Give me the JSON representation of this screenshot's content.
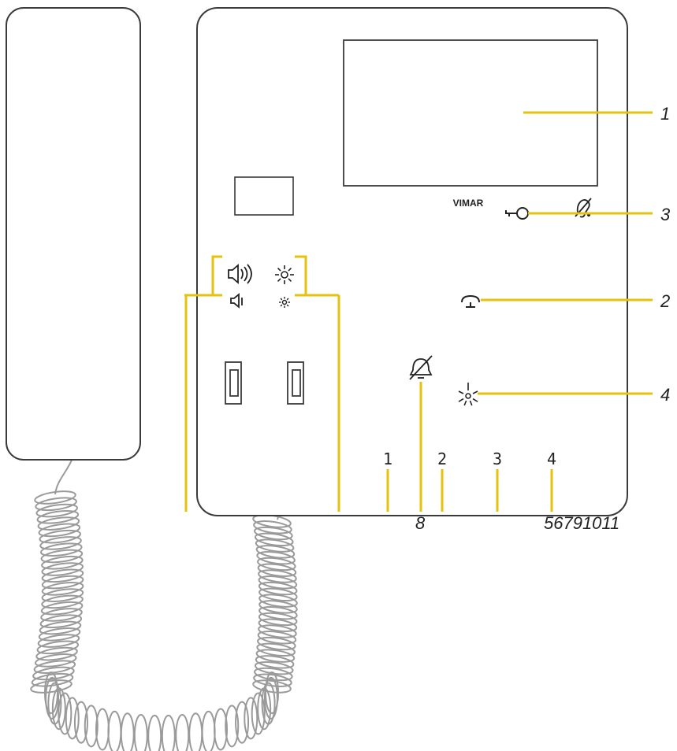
{
  "device": {
    "brand_label": "VIMAR",
    "button_numbers": [
      "1",
      "2",
      "3",
      "4"
    ]
  },
  "callouts": {
    "n1": "1",
    "n2": "2",
    "n3": "3",
    "n4": "4",
    "n8": "8",
    "bottom_group": "56791011"
  },
  "icons": {
    "volume_up": "volume-up-icon",
    "volume_down": "volume-down-icon",
    "brightness_up": "brightness-up-icon",
    "brightness_down": "brightness-down-icon",
    "handset": "handset-icon",
    "key": "key-icon",
    "light": "light-icon",
    "mute": "mute-icon",
    "hearing_loop": "hearing-loop-icon"
  },
  "colors": {
    "leader_line": "#e6c20e",
    "outline": "#3a3a3a",
    "cord": "#9a9a9a"
  }
}
